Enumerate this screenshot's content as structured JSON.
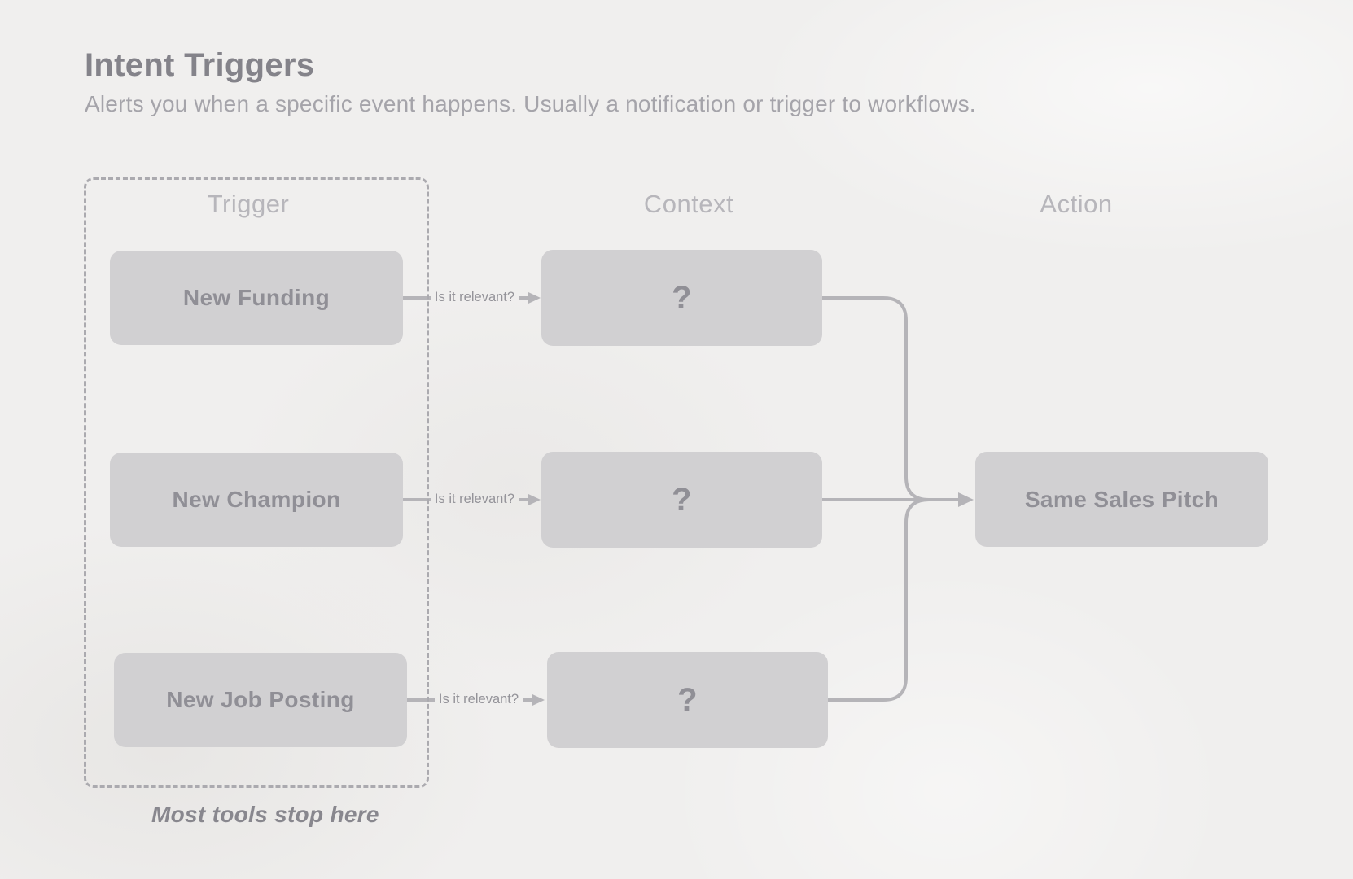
{
  "page": {
    "title": "Intent Triggers",
    "subtitle": "Alerts you when a specific event happens. Usually a notification or trigger to workflows."
  },
  "columns": [
    {
      "label": "Trigger"
    },
    {
      "label": "Context"
    },
    {
      "label": "Action"
    }
  ],
  "rows": [
    {
      "trigger": "New Funding",
      "relevance_label": "Is it relevant?",
      "context": "?"
    },
    {
      "trigger": "New Champion",
      "relevance_label": "Is it relevant?",
      "context": "?"
    },
    {
      "trigger": "New Job Posting",
      "relevance_label": "Is it relevant?",
      "context": "?"
    }
  ],
  "action": {
    "label": "Same Sales Pitch"
  },
  "footnote": "Most tools stop here",
  "colors": {
    "background": "#f0efee",
    "node_fill": "#d1d0d2",
    "node_text": "#908f96",
    "connector": "#b5b4b8",
    "dashed_outline": "#abaaaf",
    "title_text": "#84838a",
    "subtitle_text": "#a5a4aa",
    "column_header_text": "#b7b6bb",
    "footnote_text": "#88878e"
  }
}
